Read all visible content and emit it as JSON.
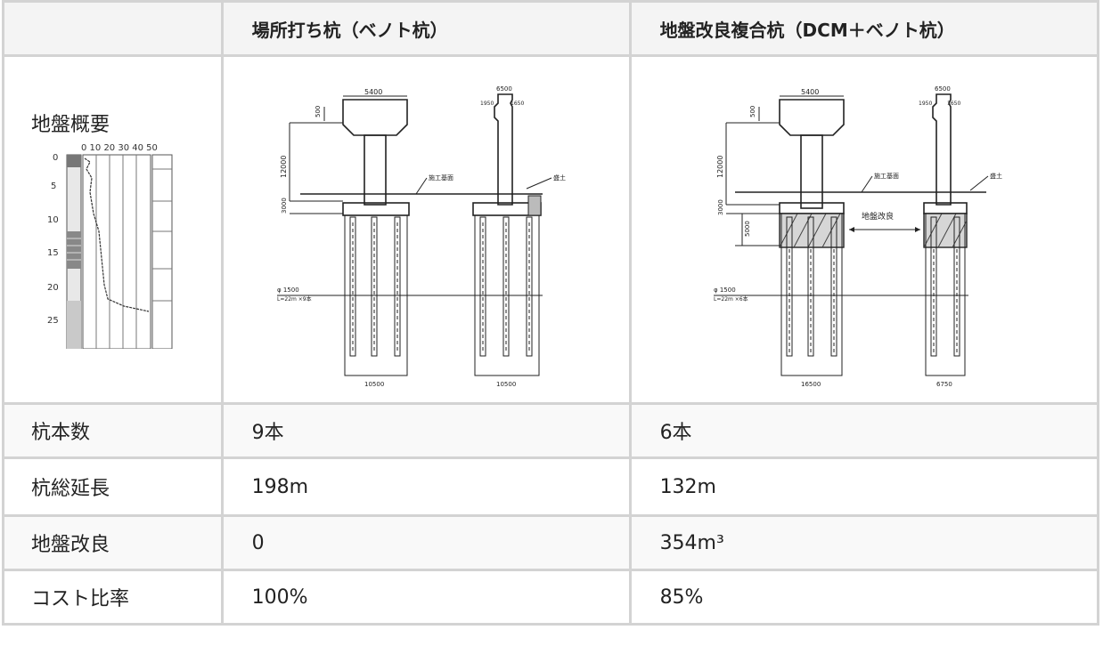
{
  "header": {
    "blank": "",
    "col_a": "場所打ち杭（ベノト杭）",
    "col_b": "地盤改良複合杭（DCM＋ベノト杭）"
  },
  "rows": [
    {
      "label": "地盤概要",
      "a": "",
      "b": ""
    },
    {
      "label": "杭本数",
      "a": "9本",
      "b": "6本"
    },
    {
      "label": "杭総延長",
      "a": "198m",
      "b": "132m"
    },
    {
      "label": "地盤改良",
      "a": "0",
      "b": "354m³"
    },
    {
      "label": "コスト比率",
      "a": "100%",
      "b": "85%"
    }
  ],
  "boring_log": {
    "top_scale": "0 10 20 30 40 50",
    "depths": [
      "0",
      "5",
      "10",
      "15",
      "20",
      "25"
    ]
  },
  "drawing_a": {
    "dim_top": "5400",
    "dim_top_right": "6500",
    "dim_side_small": "500",
    "dim_left_tall": "12000",
    "dim_left_low": "3000",
    "dim_right_parts": [
      "1950",
      "1650"
    ],
    "water_level": "施工基面",
    "right_tag": "盛土",
    "pile_spec": [
      "φ 1500",
      "L=22m ×9本"
    ],
    "bottom_dims": [
      "10500",
      "10500"
    ]
  },
  "drawing_b": {
    "dim_top": "5400",
    "dim_top_right": "6500",
    "dim_side_small": "500",
    "dim_left_tall": "12000",
    "dim_left_low": "3000",
    "dim_improve": "5000",
    "dim_right_parts": [
      "1950",
      "1650"
    ],
    "water_level": "施工基面",
    "right_tag": "盛土",
    "improve_label": "地盤改良",
    "pile_spec": [
      "φ 1500",
      "L=22m ×6本"
    ],
    "bottom_dims": [
      "16500",
      "6750"
    ]
  }
}
